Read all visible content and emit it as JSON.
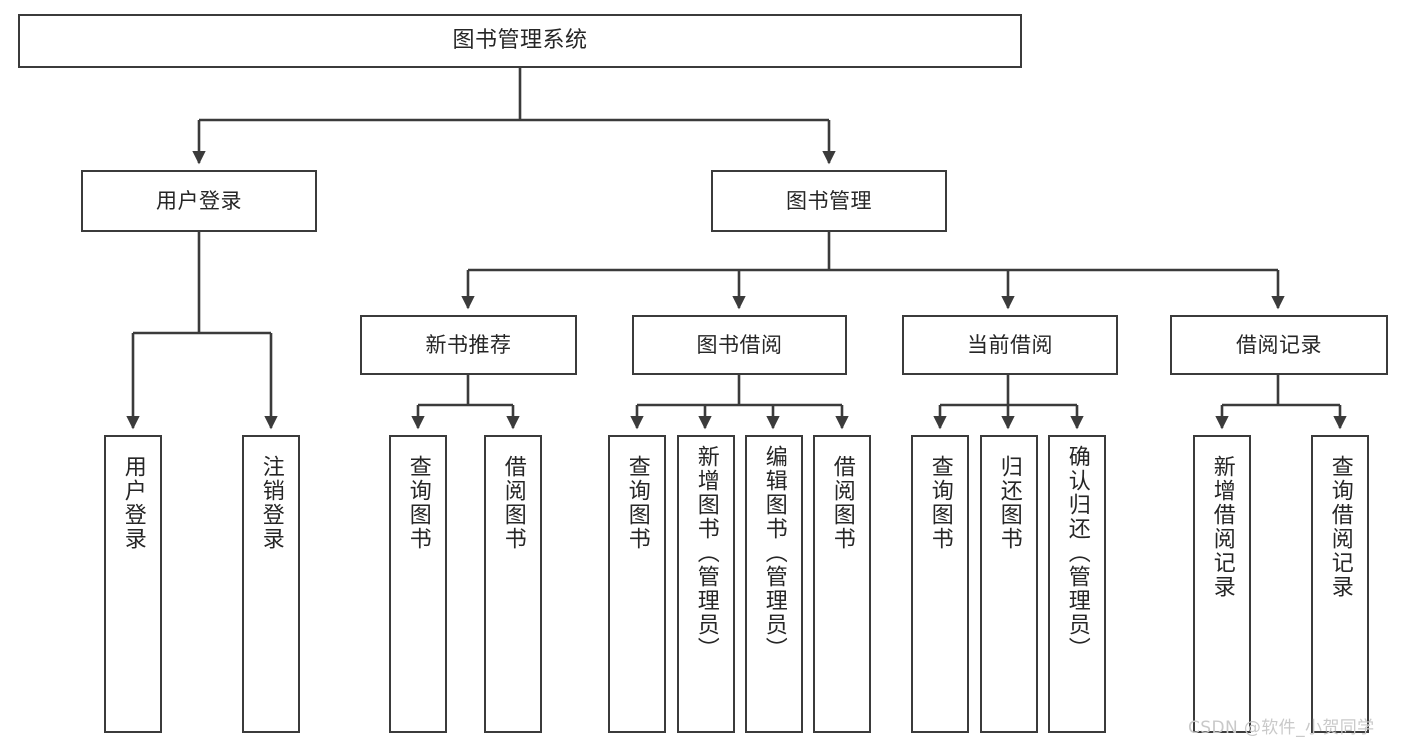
{
  "diagram": {
    "title": "图书管理系统",
    "type": "tree-hierarchy-chart",
    "stroke_color": "#3b3b3b",
    "text_color": "#262626",
    "background_color": "#ffffff",
    "nodes": {
      "root": {
        "label": "图书管理系统"
      },
      "level1": [
        {
          "id": "user-login",
          "label": "用户登录"
        },
        {
          "id": "book-management",
          "label": "图书管理"
        }
      ],
      "level2": [
        {
          "id": "new-book-recommend",
          "label": "新书推荐"
        },
        {
          "id": "book-borrow",
          "label": "图书借阅"
        },
        {
          "id": "current-borrow",
          "label": "当前借阅"
        },
        {
          "id": "borrow-record",
          "label": "借阅记录"
        }
      ],
      "leaves": {
        "user_login": [
          {
            "id": "leaf-user-login",
            "label": "用户登录"
          },
          {
            "id": "leaf-logout-login",
            "label": "注销登录"
          }
        ],
        "new_book_recommend": [
          {
            "id": "leaf-query-book-1",
            "label": "查询图书"
          },
          {
            "id": "leaf-borrow-book-1",
            "label": "借阅图书"
          }
        ],
        "book_borrow": [
          {
            "id": "leaf-query-book-2",
            "label": "查询图书"
          },
          {
            "id": "leaf-add-book",
            "label": "新增图书（管理员）"
          },
          {
            "id": "leaf-edit-book",
            "label": "编辑图书（管理员）"
          },
          {
            "id": "leaf-borrow-book-2",
            "label": "借阅图书"
          }
        ],
        "current_borrow": [
          {
            "id": "leaf-query-book-3",
            "label": "查询图书"
          },
          {
            "id": "leaf-return-book",
            "label": "归还图书"
          },
          {
            "id": "leaf-confirm-return",
            "label": "确认归还（管理员）"
          }
        ],
        "borrow_record": [
          {
            "id": "leaf-add-borrow-record",
            "label": "新增借阅记录"
          },
          {
            "id": "leaf-query-borrow-record",
            "label": "查询借阅记录"
          }
        ]
      }
    }
  },
  "watermark": {
    "text": "CSDN @软件_小贺同学"
  }
}
